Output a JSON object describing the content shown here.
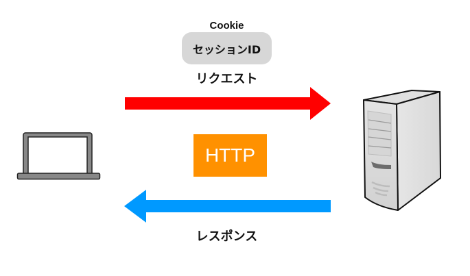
{
  "diagram": {
    "cookie_label": "Cookie",
    "session_id_label": "セッションID",
    "request_label": "リクエスト",
    "response_label": "レスポンス",
    "protocol_label": "HTTP",
    "client_icon": "laptop-icon",
    "server_icon": "server-icon",
    "request_direction": "client-to-server",
    "response_direction": "server-to-client",
    "colors": {
      "request_arrow": "#ff0000",
      "response_arrow": "#0099ff",
      "protocol_box": "#ff9100",
      "session_pill": "#d7d7d7"
    }
  }
}
